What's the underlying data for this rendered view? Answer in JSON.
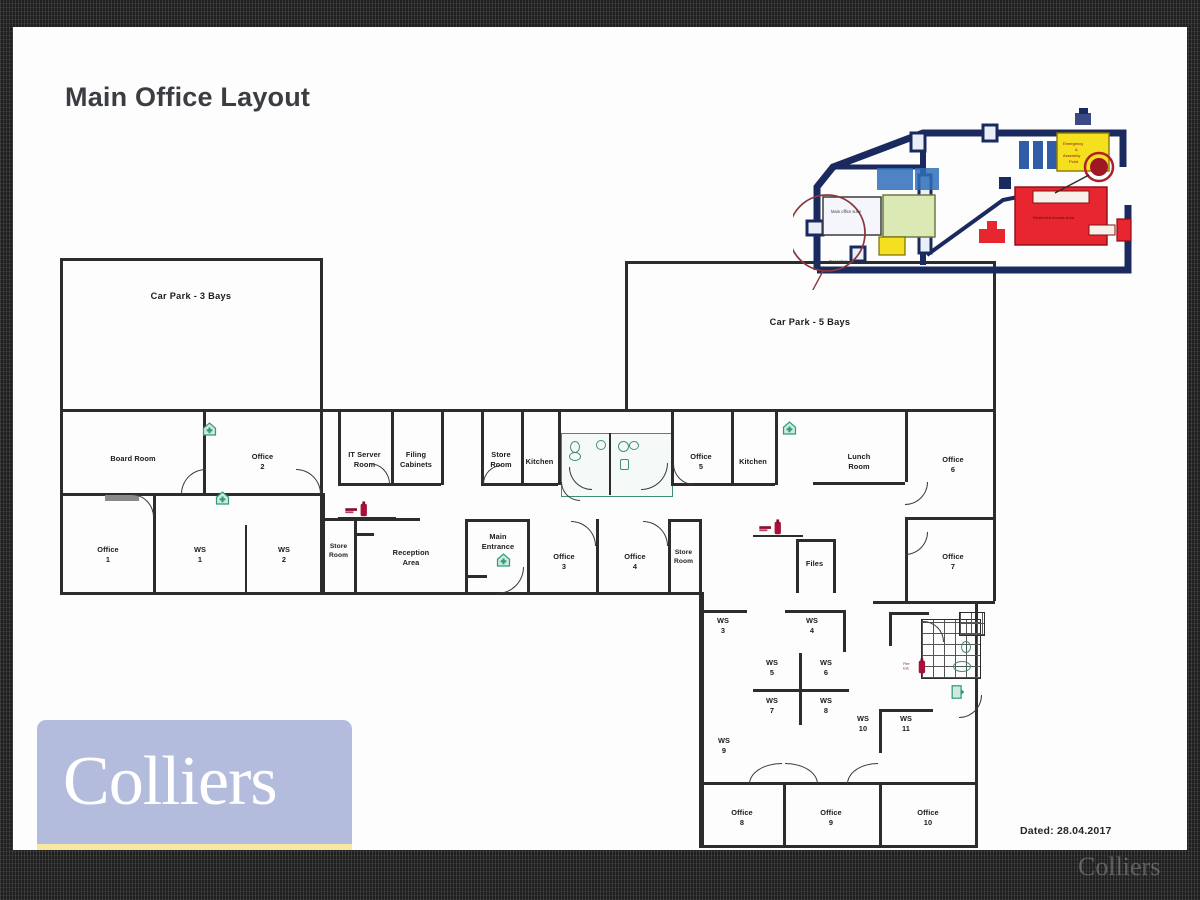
{
  "slide": {
    "title": "Main Office Layout",
    "dated": "Dated: 28.04.2017",
    "watermark": "Colliers"
  },
  "brand": {
    "name": "Colliers",
    "panel_color": "#b3bcdd",
    "stripe_yellow": "#f7e7a2",
    "stripe_blue": "#8fc3dd",
    "stripe_red": "#8f2434",
    "wordmark_color": "#ffffff"
  },
  "colors": {
    "frame": "#343434",
    "paper": "#fdfdfd",
    "wall": "#2c2c2c",
    "title_text": "#3a3d42",
    "wet_area_outline": "#3f8f77",
    "first_aid_icon": "#2e9b7b",
    "fire_extinguisher_icon": "#a8103a",
    "inset_navy": "#1b2a5e",
    "inset_yellow": "#f5e020",
    "inset_red": "#e8262f",
    "inset_annotation": "#8a3a3f"
  },
  "plan": {
    "car_parks": [
      {
        "label": "Car Park - 3 Bays",
        "bays": 3
      },
      {
        "label": "Car Park - 5 Bays",
        "bays": 5
      }
    ],
    "rooms": [
      {
        "name": "Board Room"
      },
      {
        "name": "Office",
        "number": "2"
      },
      {
        "name": "IT Server Room"
      },
      {
        "name": "Filing Cabinets"
      },
      {
        "name": "Store Room"
      },
      {
        "name": "Kitchen"
      },
      {
        "name": "Office",
        "number": "5"
      },
      {
        "name": "Kitchen"
      },
      {
        "name": "Lunch Room"
      },
      {
        "name": "Office",
        "number": "6"
      },
      {
        "name": "Office",
        "number": "1"
      },
      {
        "name": "WS",
        "number": "1"
      },
      {
        "name": "WS",
        "number": "2"
      },
      {
        "name": "Store Room"
      },
      {
        "name": "Reception Area"
      },
      {
        "name": "Main Entrance"
      },
      {
        "name": "Office",
        "number": "3"
      },
      {
        "name": "Office",
        "number": "4"
      },
      {
        "name": "Store Room"
      },
      {
        "name": "Files"
      },
      {
        "name": "Office",
        "number": "7"
      },
      {
        "name": "WS",
        "number": "3"
      },
      {
        "name": "WS",
        "number": "4"
      },
      {
        "name": "WS",
        "number": "5"
      },
      {
        "name": "WS",
        "number": "6"
      },
      {
        "name": "WS",
        "number": "7"
      },
      {
        "name": "WS",
        "number": "8"
      },
      {
        "name": "WS",
        "number": "9"
      },
      {
        "name": "WS",
        "number": "10"
      },
      {
        "name": "WS",
        "number": "11"
      },
      {
        "name": "Office",
        "number": "8"
      },
      {
        "name": "Office",
        "number": "9"
      },
      {
        "name": "Office",
        "number": "10"
      }
    ],
    "labels": {
      "car_park_3": "Car Park - 3 Bays",
      "car_park_5": "Car Park - 5 Bays",
      "board_room": "Board Room",
      "office_1": "Office\n1",
      "office_2": "Office\n2",
      "office_3": "Office\n3",
      "office_4": "Office\n4",
      "office_5": "Office\n5",
      "office_6": "Office\n6",
      "office_7": "Office\n7",
      "office_8": "Office\n8",
      "office_9": "Office\n9",
      "office_10": "Office\n10",
      "it_server_room": "IT Server\nRoom",
      "filing_cabinets": "Filing\nCabinets",
      "store_room_1": "Store\nRoom",
      "store_room_2": "Store\nRoom",
      "store_room_3": "Store\nRoom",
      "kitchen_1": "Kitchen",
      "kitchen_2": "Kitchen",
      "lunch_room": "Lunch\nRoom",
      "reception_area": "Reception\nArea",
      "main_entrance": "Main\nEntrance",
      "files": "Files",
      "ws_1": "WS\n1",
      "ws_2": "WS\n2",
      "ws_3": "WS\n3",
      "ws_4": "WS\n4",
      "ws_5": "WS\n5",
      "ws_6": "WS\n6",
      "ws_7": "WS\n7",
      "ws_8": "WS\n8",
      "ws_9": "WS\n9",
      "ws_10": "WS\n10",
      "ws_11": "WS\n11"
    }
  }
}
